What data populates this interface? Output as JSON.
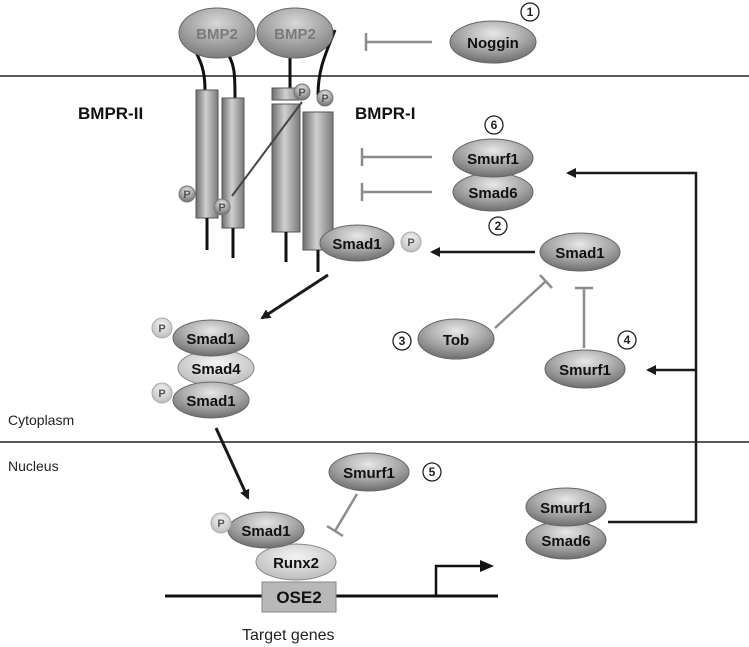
{
  "labels": {
    "bmp2_left": "BMP2",
    "bmp2_right": "BMP2",
    "noggin": "Noggin",
    "bmpr2": "BMPR-II",
    "bmpr1": "BMPR-I",
    "smurf1_membrane": "Smurf1",
    "smad6_membrane": "Smad6",
    "smad1_receptor": "Smad1",
    "smad1_free": "Smad1",
    "tob": "Tob",
    "smurf1_cyto": "Smurf1",
    "complex_smad1_top": "Smad1",
    "complex_smad4": "Smad4",
    "complex_smad1_bottom": "Smad1",
    "cytoplasm": "Cytoplasm",
    "nucleus": "Nucleus",
    "smurf1_nucleus": "Smurf1",
    "smad1_nucleus": "Smad1",
    "runx2": "Runx2",
    "ose2": "OSE2",
    "target_genes": "Target genes",
    "smurf1_product": "Smurf1",
    "smad6_product": "Smad6",
    "phospho": "P"
  },
  "steps": [
    "1",
    "2",
    "3",
    "4",
    "5",
    "6"
  ],
  "colors": {
    "oval_fill": "#8f8f8f",
    "oval_light": "#d4d4d4",
    "receptor": "#9a9a9a",
    "inhibit_line": "#8c8c8c",
    "arrow": "#1a1a1a"
  }
}
